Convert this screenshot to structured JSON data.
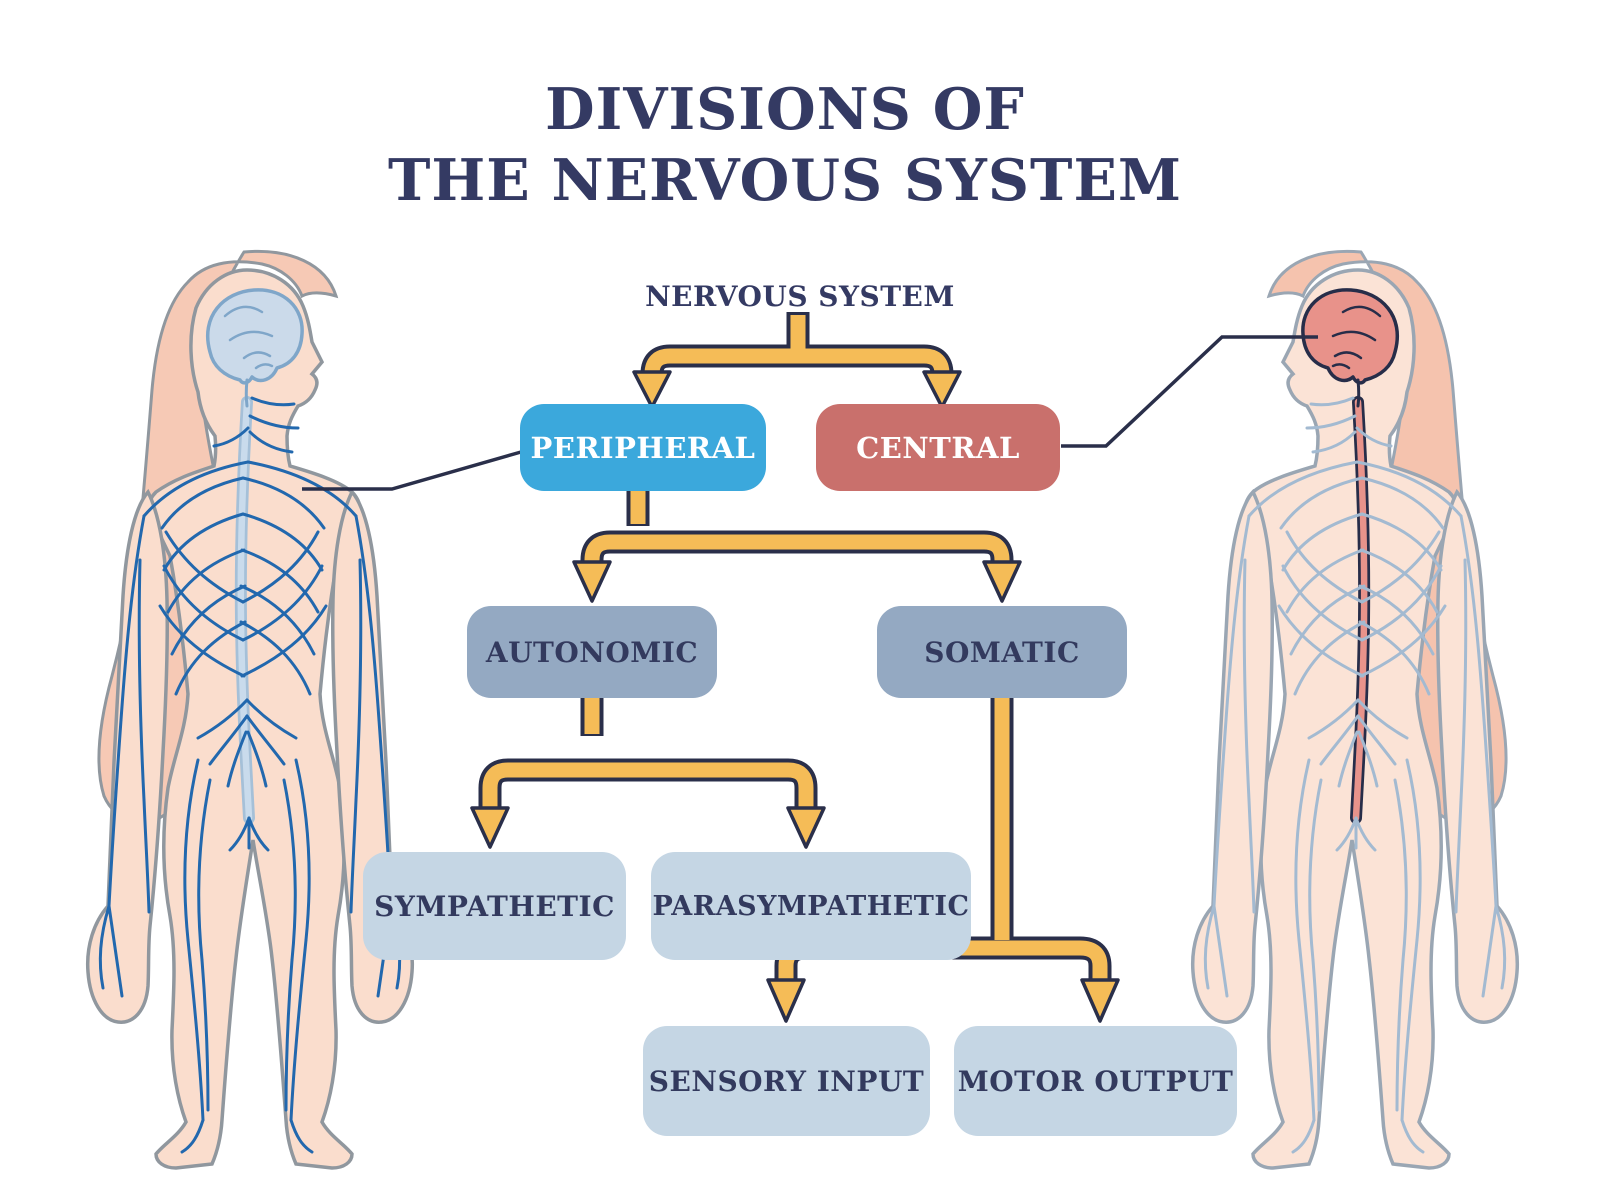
{
  "title": {
    "line1": "DIVISIONS OF",
    "line2": "THE NERVOUS SYSTEM",
    "color": "#343A63"
  },
  "flowchart": {
    "root_label": "NERVOUS SYSTEM",
    "arrow_fill": "#F5BC57",
    "arrow_outline": "#2A2F4A",
    "callout_color": "#2A2F4A",
    "nodes": {
      "peripheral": {
        "label": "PERIPHERAL",
        "fill": "#3BA8DC",
        "text": "#FFFFFF"
      },
      "central": {
        "label": "CENTRAL",
        "fill": "#C9706C",
        "text": "#FFFFFF"
      },
      "autonomic": {
        "label": "AUTONOMIC",
        "fill": "#94A9C2",
        "text": "#333A5E"
      },
      "somatic": {
        "label": "SOMATIC",
        "fill": "#94A9C2",
        "text": "#333A5E"
      },
      "sympathetic": {
        "label": "SYMPATHETIC",
        "fill": "#C5D6E4",
        "text": "#333A5E"
      },
      "parasympathetic": {
        "label": "PARASYMPATHETIC",
        "fill": "#C5D6E4",
        "text": "#333A5E"
      },
      "sensory_input": {
        "label": "SENSORY INPUT",
        "fill": "#C5D6E4",
        "text": "#333A5E"
      },
      "motor_output": {
        "label": "MOTOR OUTPUT",
        "fill": "#C5D6E4",
        "text": "#333A5E"
      }
    },
    "hierarchy": [
      {
        "parent": "NERVOUS SYSTEM",
        "children": [
          "PERIPHERAL",
          "CENTRAL"
        ]
      },
      {
        "parent": "PERIPHERAL",
        "children": [
          "AUTONOMIC",
          "SOMATIC"
        ]
      },
      {
        "parent": "AUTONOMIC",
        "children": [
          "SYMPATHETIC",
          "PARASYMPATHETIC"
        ]
      },
      {
        "parent": "SOMATIC",
        "children": [
          "SENSORY INPUT",
          "MOTOR OUTPUT"
        ]
      }
    ]
  },
  "figures": {
    "left": {
      "role": "peripheral nervous system highlighted in blue",
      "skin": "#FADDCD",
      "hair": "#F6C9B5",
      "outline": "#90979E",
      "nerves": "#2268AE",
      "brain_fill": "#CBDAEA",
      "brain_stroke": "#7FA6C9",
      "spine_outline": "#A5C0D8",
      "spine_fill": "#C9DBEC"
    },
    "right": {
      "role": "central nervous system (brain and spinal cord) highlighted in red",
      "skin": "#FBE3D6",
      "hair": "#F5C3AE",
      "outline": "#9AA6B3",
      "nerves": "#A3BAD1",
      "brain_fill": "#E8928A",
      "brain_stroke": "#272D49",
      "spine_outline": "#272D49",
      "spine_fill": "#E8938B"
    }
  }
}
